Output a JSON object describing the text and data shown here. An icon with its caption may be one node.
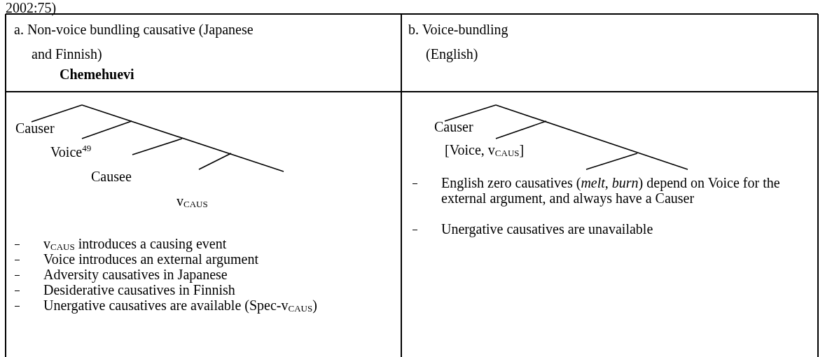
{
  "diagram": {
    "labels": [
      "2002:75)",
      "a. Non-voice bundling causative (Japanese and Finnish)",
      "Chemehuevi",
      "b. Voice-bundling (English)",
      "Causer",
      "Voice$^{49}$",
      "Causee",
      "v$_{CAUS}$",
      "v$_{CAUS}$ introduces a causing event",
      "Voice introduces an external argument",
      "Adversity causatives in Japanese",
      "Desiderative causatives in Finnish",
      "Unergative causatives are available (Spec-v$_{CAUS}$)",
      "Causer",
      "[Voice, v$_{CAUS}$]",
      "English zero causatives (*melt*, *burn*) depend on Voice for the external argument, and always have a Causer",
      "Unergative causatives are unavailable"
    ]
  }
}
